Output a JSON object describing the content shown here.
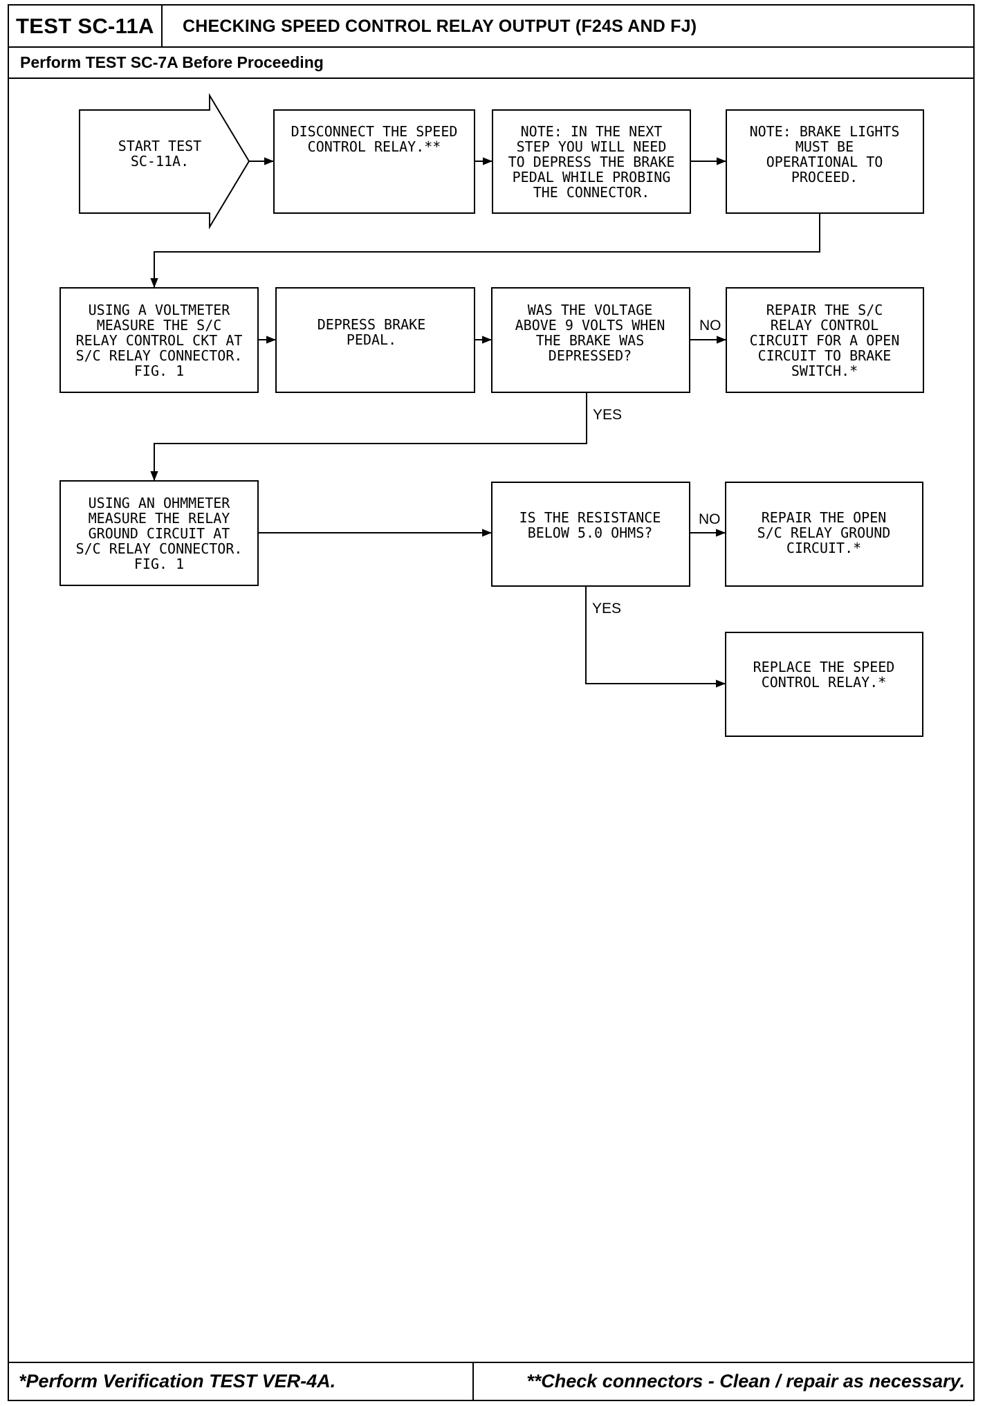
{
  "header": {
    "test_id": "TEST SC-11A",
    "title": "CHECKING SPEED CONTROL RELAY OUTPUT (F24S AND FJ)",
    "prerequisite": "Perform TEST SC-7A Before Proceeding"
  },
  "flowchart": {
    "start": [
      "START TEST",
      "SC-11A."
    ],
    "disconnect": [
      "DISCONNECT THE SPEED",
      "CONTROL RELAY.**"
    ],
    "note_depress": [
      "NOTE: IN THE NEXT",
      "STEP YOU WILL NEED",
      "TO DEPRESS THE BRAKE",
      "PEDAL WHILE PROBING",
      "THE CONNECTOR."
    ],
    "note_lights": [
      "NOTE: BRAKE LIGHTS",
      "MUST BE",
      "OPERATIONAL TO",
      "PROCEED."
    ],
    "voltmeter": [
      "USING A VOLTMETER",
      "MEASURE THE S/C",
      "RELAY CONTROL CKT AT",
      "S/C RELAY CONNECTOR.",
      "FIG. 1"
    ],
    "depress": [
      "DEPRESS BRAKE",
      "PEDAL."
    ],
    "voltage_question": [
      "WAS THE VOLTAGE",
      "ABOVE 9 VOLTS WHEN",
      "THE BRAKE WAS",
      "DEPRESSED?"
    ],
    "repair_control": [
      "REPAIR THE S/C",
      "RELAY CONTROL",
      "CIRCUIT FOR A OPEN",
      "CIRCUIT TO BRAKE",
      "SWITCH.*"
    ],
    "ohmmeter": [
      "USING AN OHMMETER",
      "MEASURE THE RELAY",
      "GROUND CIRCUIT AT",
      "S/C RELAY CONNECTOR.",
      "FIG. 1"
    ],
    "resistance_question": [
      "IS THE RESISTANCE",
      "BELOW 5.0 OHMS?"
    ],
    "repair_ground": [
      "REPAIR THE OPEN",
      "S/C RELAY GROUND",
      "CIRCUIT.*"
    ],
    "replace_relay": [
      "REPLACE THE SPEED",
      "CONTROL RELAY.*"
    ],
    "labels": {
      "no1": "NO",
      "yes1": "YES",
      "no2": "NO",
      "yes2": "YES"
    }
  },
  "footer": {
    "left": "*Perform Verification TEST VER-4A.",
    "right": "**Check connectors - Clean / repair as necessary."
  }
}
